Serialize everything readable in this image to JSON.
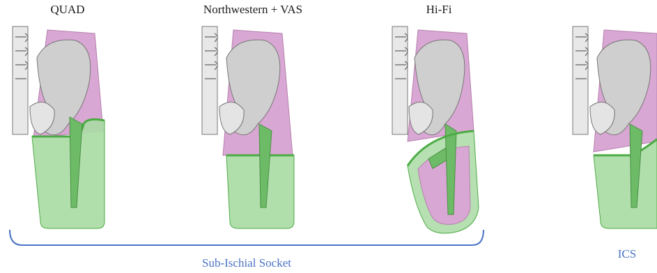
{
  "panels": [
    {
      "title": "QUAD"
    },
    {
      "title": "Northwestern + VAS"
    },
    {
      "title": "Hi-Fi"
    }
  ],
  "group_label": "Sub-Ischial Socket",
  "right_label": "ICS",
  "colors": {
    "soft_tissue": "#d9a7d3",
    "socket": "#a9dba3",
    "socket_edge": "#4cab44",
    "bone": "#cfcfcf",
    "accent_blue": "#4a72c4"
  }
}
